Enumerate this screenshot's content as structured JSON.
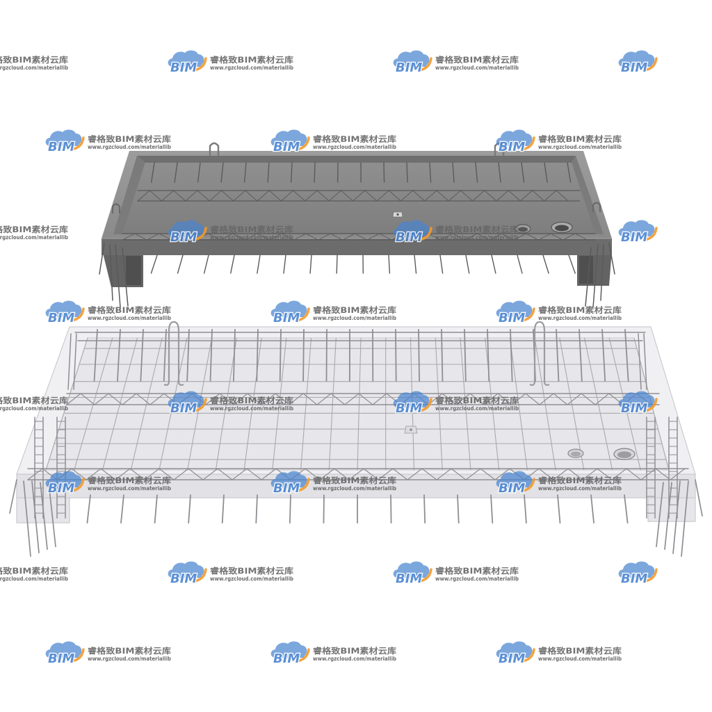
{
  "watermark": {
    "brand_mark": "BIM",
    "name": "睿格致BIM素材云库",
    "url": "www.rgzcloud.com/materiallib"
  },
  "colors": {
    "background": "#ffffff",
    "concrete_rim": "#959595",
    "concrete_floor": "#868686",
    "concrete_front": "#6c6c6c",
    "concrete_shadow": "#4f4f4f",
    "rebar_dark": "#5a5a5a",
    "glass_face": "#f0f0f3",
    "glass_floor": "#e7e7eb",
    "glass_edge": "#c3c3c8",
    "mesh_grid": "#a8a8ad",
    "rebar_light": "#8e8e93",
    "logo_blue": "#4a84d0",
    "logo_orange": "#f39a2b",
    "watermark_text": "#666666"
  },
  "icons": {
    "watermark_logo": "cloud-bim-logo-icon",
    "lifting_hook": "lifting-loop-icon"
  }
}
